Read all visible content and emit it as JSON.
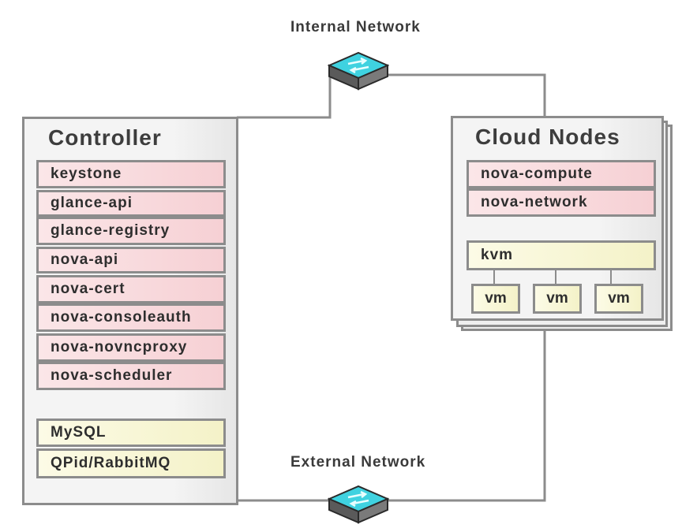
{
  "internal_network": {
    "label": "Internal Network"
  },
  "external_network": {
    "label": "External Network"
  },
  "controller": {
    "title": "Controller",
    "services": [
      "keystone",
      "glance-api",
      "glance-registry",
      "nova-api",
      "nova-cert",
      "nova-consoleauth",
      "nova-novncproxy",
      "nova-scheduler"
    ],
    "backends": [
      "MySQL",
      "QPid/RabbitMQ"
    ]
  },
  "cloud_nodes": {
    "title": "Cloud Nodes",
    "services": [
      "nova-compute",
      "nova-network"
    ],
    "hypervisor": "kvm",
    "vms": [
      "vm",
      "vm",
      "vm"
    ]
  },
  "colors": {
    "service_fill": "#f6d0d4",
    "backend_fill": "#f4f2c8",
    "border": "#8c8c8c",
    "switch_accent": "#3fd2e0"
  }
}
